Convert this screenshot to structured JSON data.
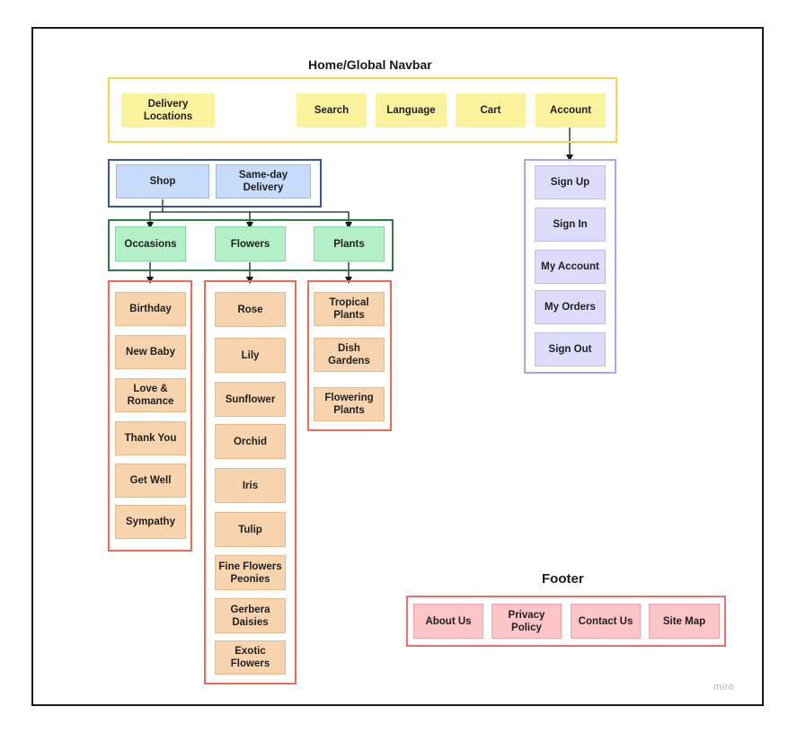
{
  "navbar": {
    "title": "Home/Global Navbar",
    "items": [
      "Delivery Locations",
      "Search",
      "Language",
      "Cart",
      "Account"
    ]
  },
  "shop": {
    "items": [
      "Shop",
      "Same-day Delivery"
    ]
  },
  "categories": {
    "items": [
      "Occasions",
      "Flowers",
      "Plants"
    ]
  },
  "occasions": {
    "items": [
      "Birthday",
      "New Baby",
      "Love & Romance",
      "Thank You",
      "Get Well",
      "Sympathy"
    ]
  },
  "flowers": {
    "items": [
      "Rose",
      "Lily",
      "Sunflower",
      "Orchid",
      "Iris",
      "Tulip",
      "Fine Flowers Peonies",
      "Gerbera Daisies",
      "Exotic Flowers"
    ]
  },
  "plants": {
    "items": [
      "Tropical Plants",
      "Dish Gardens",
      "Flowering Plants"
    ]
  },
  "account": {
    "items": [
      "Sign Up",
      "Sign In",
      "My Account",
      "My Orders",
      "Sign Out"
    ]
  },
  "footer": {
    "title": "Footer",
    "items": [
      "About Us",
      "Privacy Policy",
      "Contact Us",
      "Site Map"
    ]
  },
  "watermark": "miro",
  "colors": {
    "yellow": "#fbf29e",
    "blue": "#c7dbfb",
    "green": "#b3efc7",
    "orange": "#f8d4ae",
    "purple": "#dedbfb",
    "pink": "#fcc5c8",
    "connector": "#1a1a1a"
  }
}
